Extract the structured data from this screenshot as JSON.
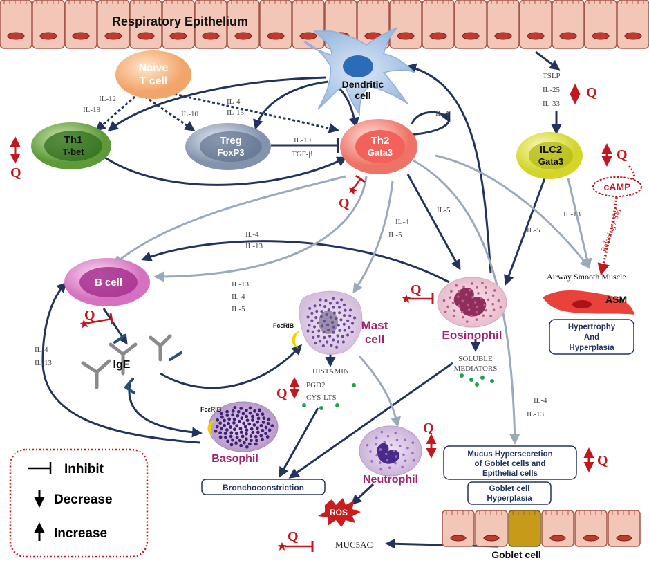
{
  "header": {
    "title": "Respiratory Epithelium"
  },
  "cells": {
    "naive": {
      "name": "Naive",
      "sub": "T cell"
    },
    "dendritic": {
      "name": "Dendritic",
      "sub": "cell"
    },
    "th1": {
      "name": "Th1",
      "sub": "T-bet"
    },
    "treg": {
      "name": "Treg",
      "sub": "FoxP3"
    },
    "th2": {
      "name": "Th2",
      "sub": "Gata3"
    },
    "ilc2": {
      "name": "ILC2",
      "sub": "Gata3"
    },
    "bcell": {
      "name": "B cell"
    },
    "ige": {
      "name": "IgE"
    },
    "mast": {
      "name": "Mast",
      "sub": "cell",
      "receptor": "FcεRIB"
    },
    "eosinophil": {
      "name": "Eosinophil"
    },
    "basophil": {
      "name": "Basophil",
      "receptor": "FcεRIB"
    },
    "neutrophil": {
      "name": "Neutrophil"
    },
    "goblet": {
      "name": "Goblet cell"
    },
    "asm": {
      "name": "ASM",
      "caption": "Airway Smooth Muscle"
    }
  },
  "cytokines": {
    "il12": "IL-12",
    "il18": "IL-18",
    "il10_naive": "IL-10",
    "il4_naive": "IL-4",
    "il13_naive": "IL-13",
    "il10_treg": "IL-10",
    "tgfb": "TGF-β",
    "il4_th2": "IL-4",
    "tslp": "TSLP",
    "il25": "IL-25",
    "il33": "IL-33",
    "il4_b": "IL-4",
    "il13_b": "IL-13",
    "il13_b2": "IL-13",
    "il4_b2": "IL-4",
    "il5_b2": "IL-5",
    "il4_mast": "IL-4",
    "il5_mast": "IL-5",
    "il5_eos": "IL-5",
    "il5_ilc2": "IL-5",
    "il13_ilc2": "IL-13",
    "il4_left": "IL-4",
    "il13_left": "IL-13",
    "il4_goblet": "IL-4",
    "il13_goblet": "IL-13"
  },
  "mediators": {
    "histamin": "HISTAMIN",
    "pgd2": "PGD2",
    "cyslts": "CYS-LTS",
    "soluble1": "SOLUBLE",
    "soluble2": "MEDIATORS",
    "camp": "cAMP",
    "relaxing": "Relaxing ASM",
    "ros": "ROS",
    "muc5ac": "MUC5AC"
  },
  "boxes": {
    "hypertrophy": [
      "Hypertrophy",
      "And",
      "Hyperplasia"
    ],
    "mucus": [
      "Mucus Hypersecretion",
      "of Goblet cells and",
      "Epithelial cells"
    ],
    "goblet_hyper": [
      "Goblet cell",
      "Hyperplasia"
    ],
    "broncho": "Bronchoconstriction"
  },
  "q_label": "Q",
  "legend": {
    "inhibit": "Inhibit",
    "decrease": "Decrease",
    "increase": "Increase"
  },
  "colors": {
    "arrow_dark": "#22345e",
    "arrow_light": "#9aaabb",
    "red": "#c0181c"
  }
}
